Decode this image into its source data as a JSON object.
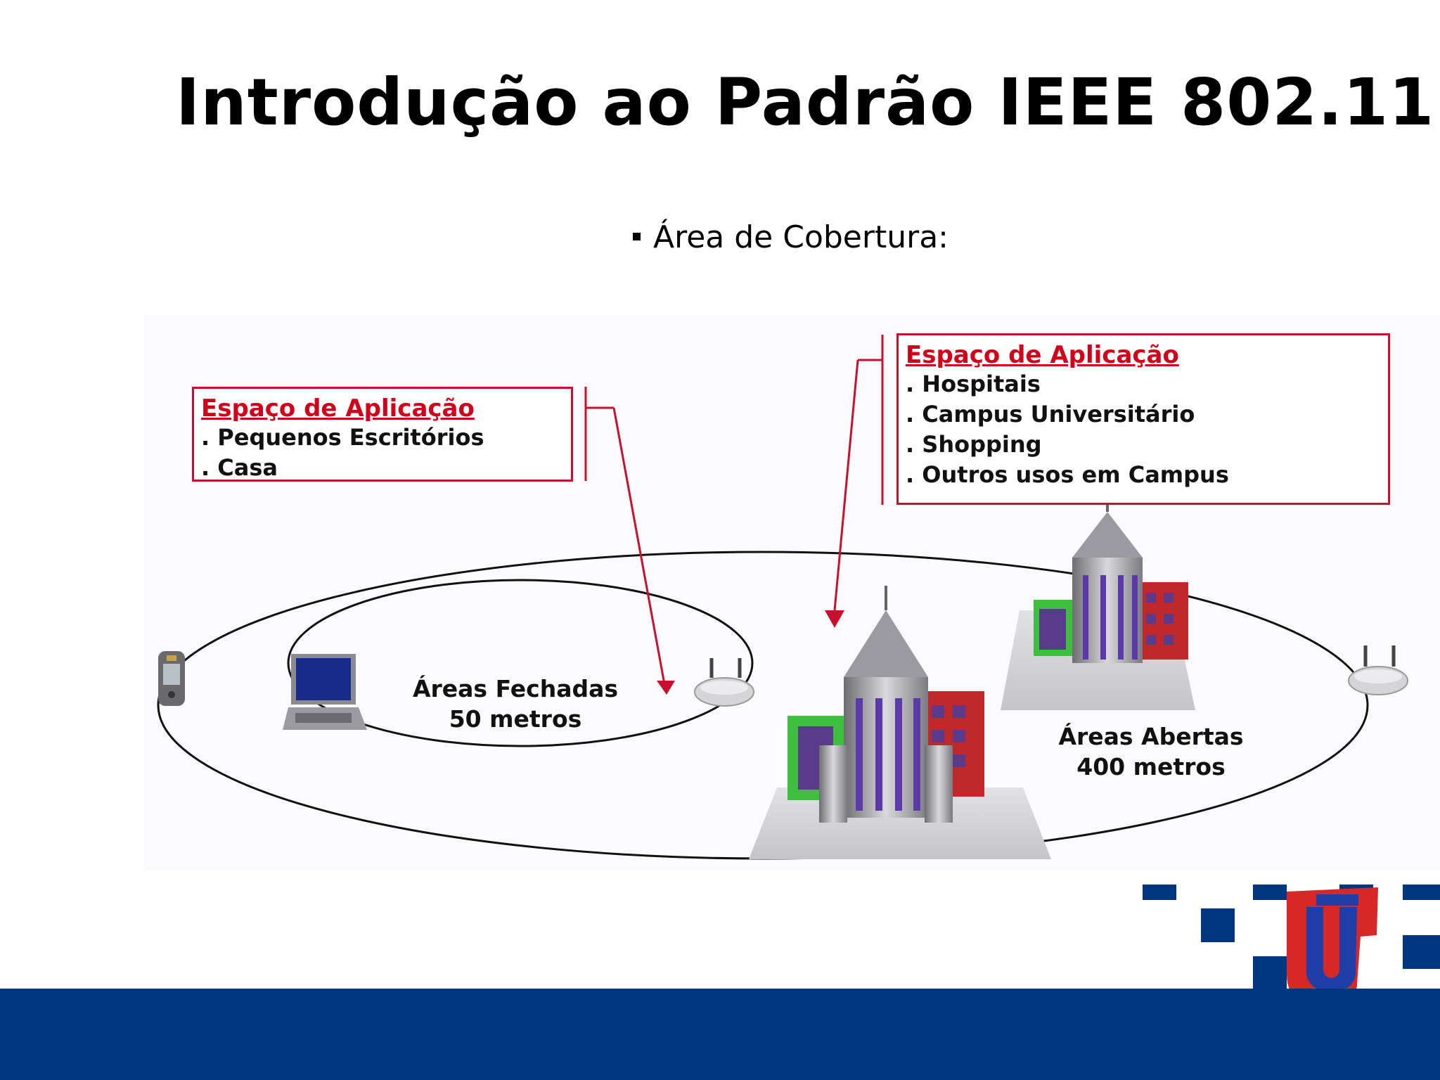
{
  "slide": {
    "title": "Introdução ao Padrão IEEE 802.11",
    "bullet": "Área de Cobertura:"
  },
  "diagram": {
    "box_small": {
      "heading": "Espaço de Aplicação",
      "items": [
        ". Pequenos Escritórios",
        ". Casa"
      ]
    },
    "box_large": {
      "heading": "Espaço de Aplicação",
      "items": [
        ". Hospitais",
        ". Campus Universitário",
        ". Shopping",
        ". Outros usos em Campus"
      ]
    },
    "closed_area": {
      "name": "Áreas Fechadas",
      "range": "50 metros"
    },
    "open_area": {
      "name": "Áreas Abertas",
      "range": "400 metros"
    }
  },
  "colors": {
    "accent_red": "#c8102e",
    "footer_blue": "#003580",
    "logo_red": "#d62828"
  }
}
